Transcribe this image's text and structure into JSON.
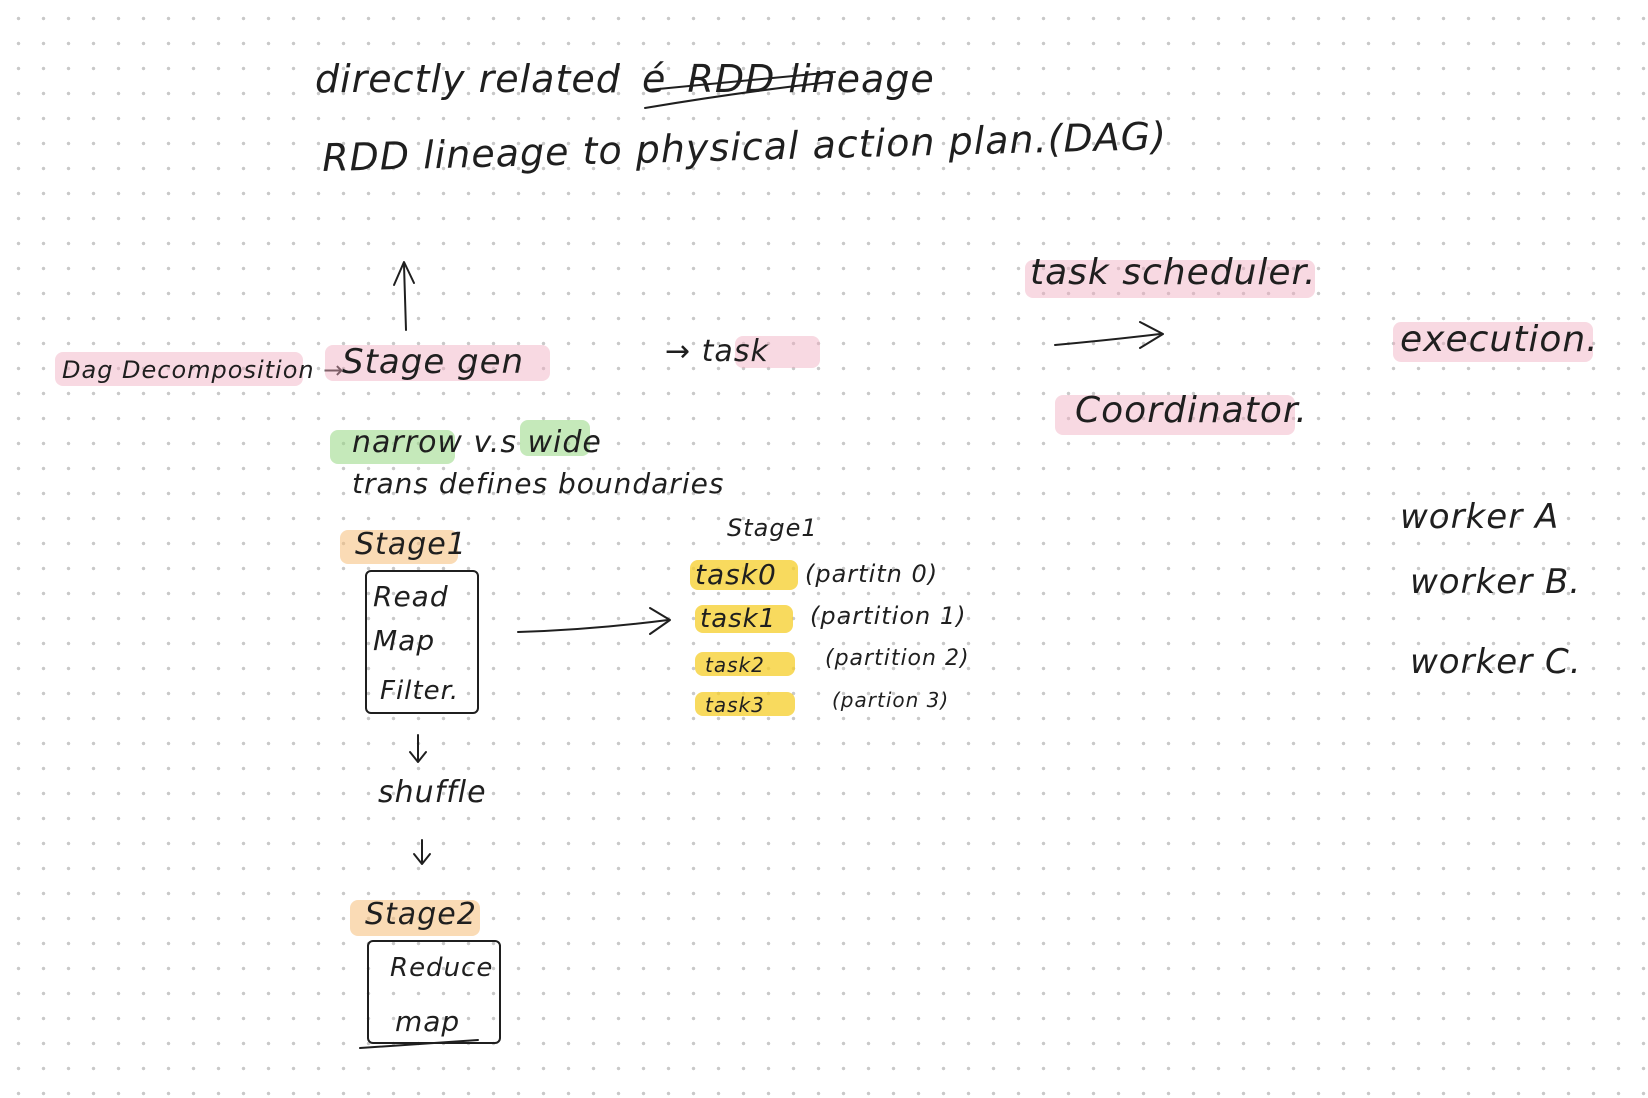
{
  "header": {
    "line1_prefix": "directly related",
    "line1_symbol": "é",
    "line1_link": "RDD lineage",
    "line2": "RDD lineage to physical action plan.(DAG)"
  },
  "flow": {
    "dag": "Dag Decomposition →",
    "stage_gen": "Stage gen",
    "task": "→  task",
    "scheduler": "task scheduler.",
    "coordinator": "Coordinator.",
    "execution": "execution."
  },
  "notes": {
    "narrow_wide": "narrow v.s wide",
    "boundaries": "trans defines boundaries"
  },
  "stage1": {
    "title": "Stage1",
    "ops": [
      "Read",
      "Map",
      "Filter."
    ]
  },
  "shuffle": "shuffle",
  "stage2": {
    "title": "Stage2",
    "ops": [
      "Reduce",
      "map"
    ]
  },
  "tasks": {
    "title": "Stage1",
    "items": [
      {
        "name": "task0",
        "partition": "(partitn 0)"
      },
      {
        "name": "task1",
        "partition": "(partition 1)"
      },
      {
        "name": "task2",
        "partition": "(partition 2)"
      },
      {
        "name": "task3",
        "partition": "(partion 3)"
      }
    ]
  },
  "workers": [
    "worker A",
    "worker B.",
    "worker C."
  ]
}
